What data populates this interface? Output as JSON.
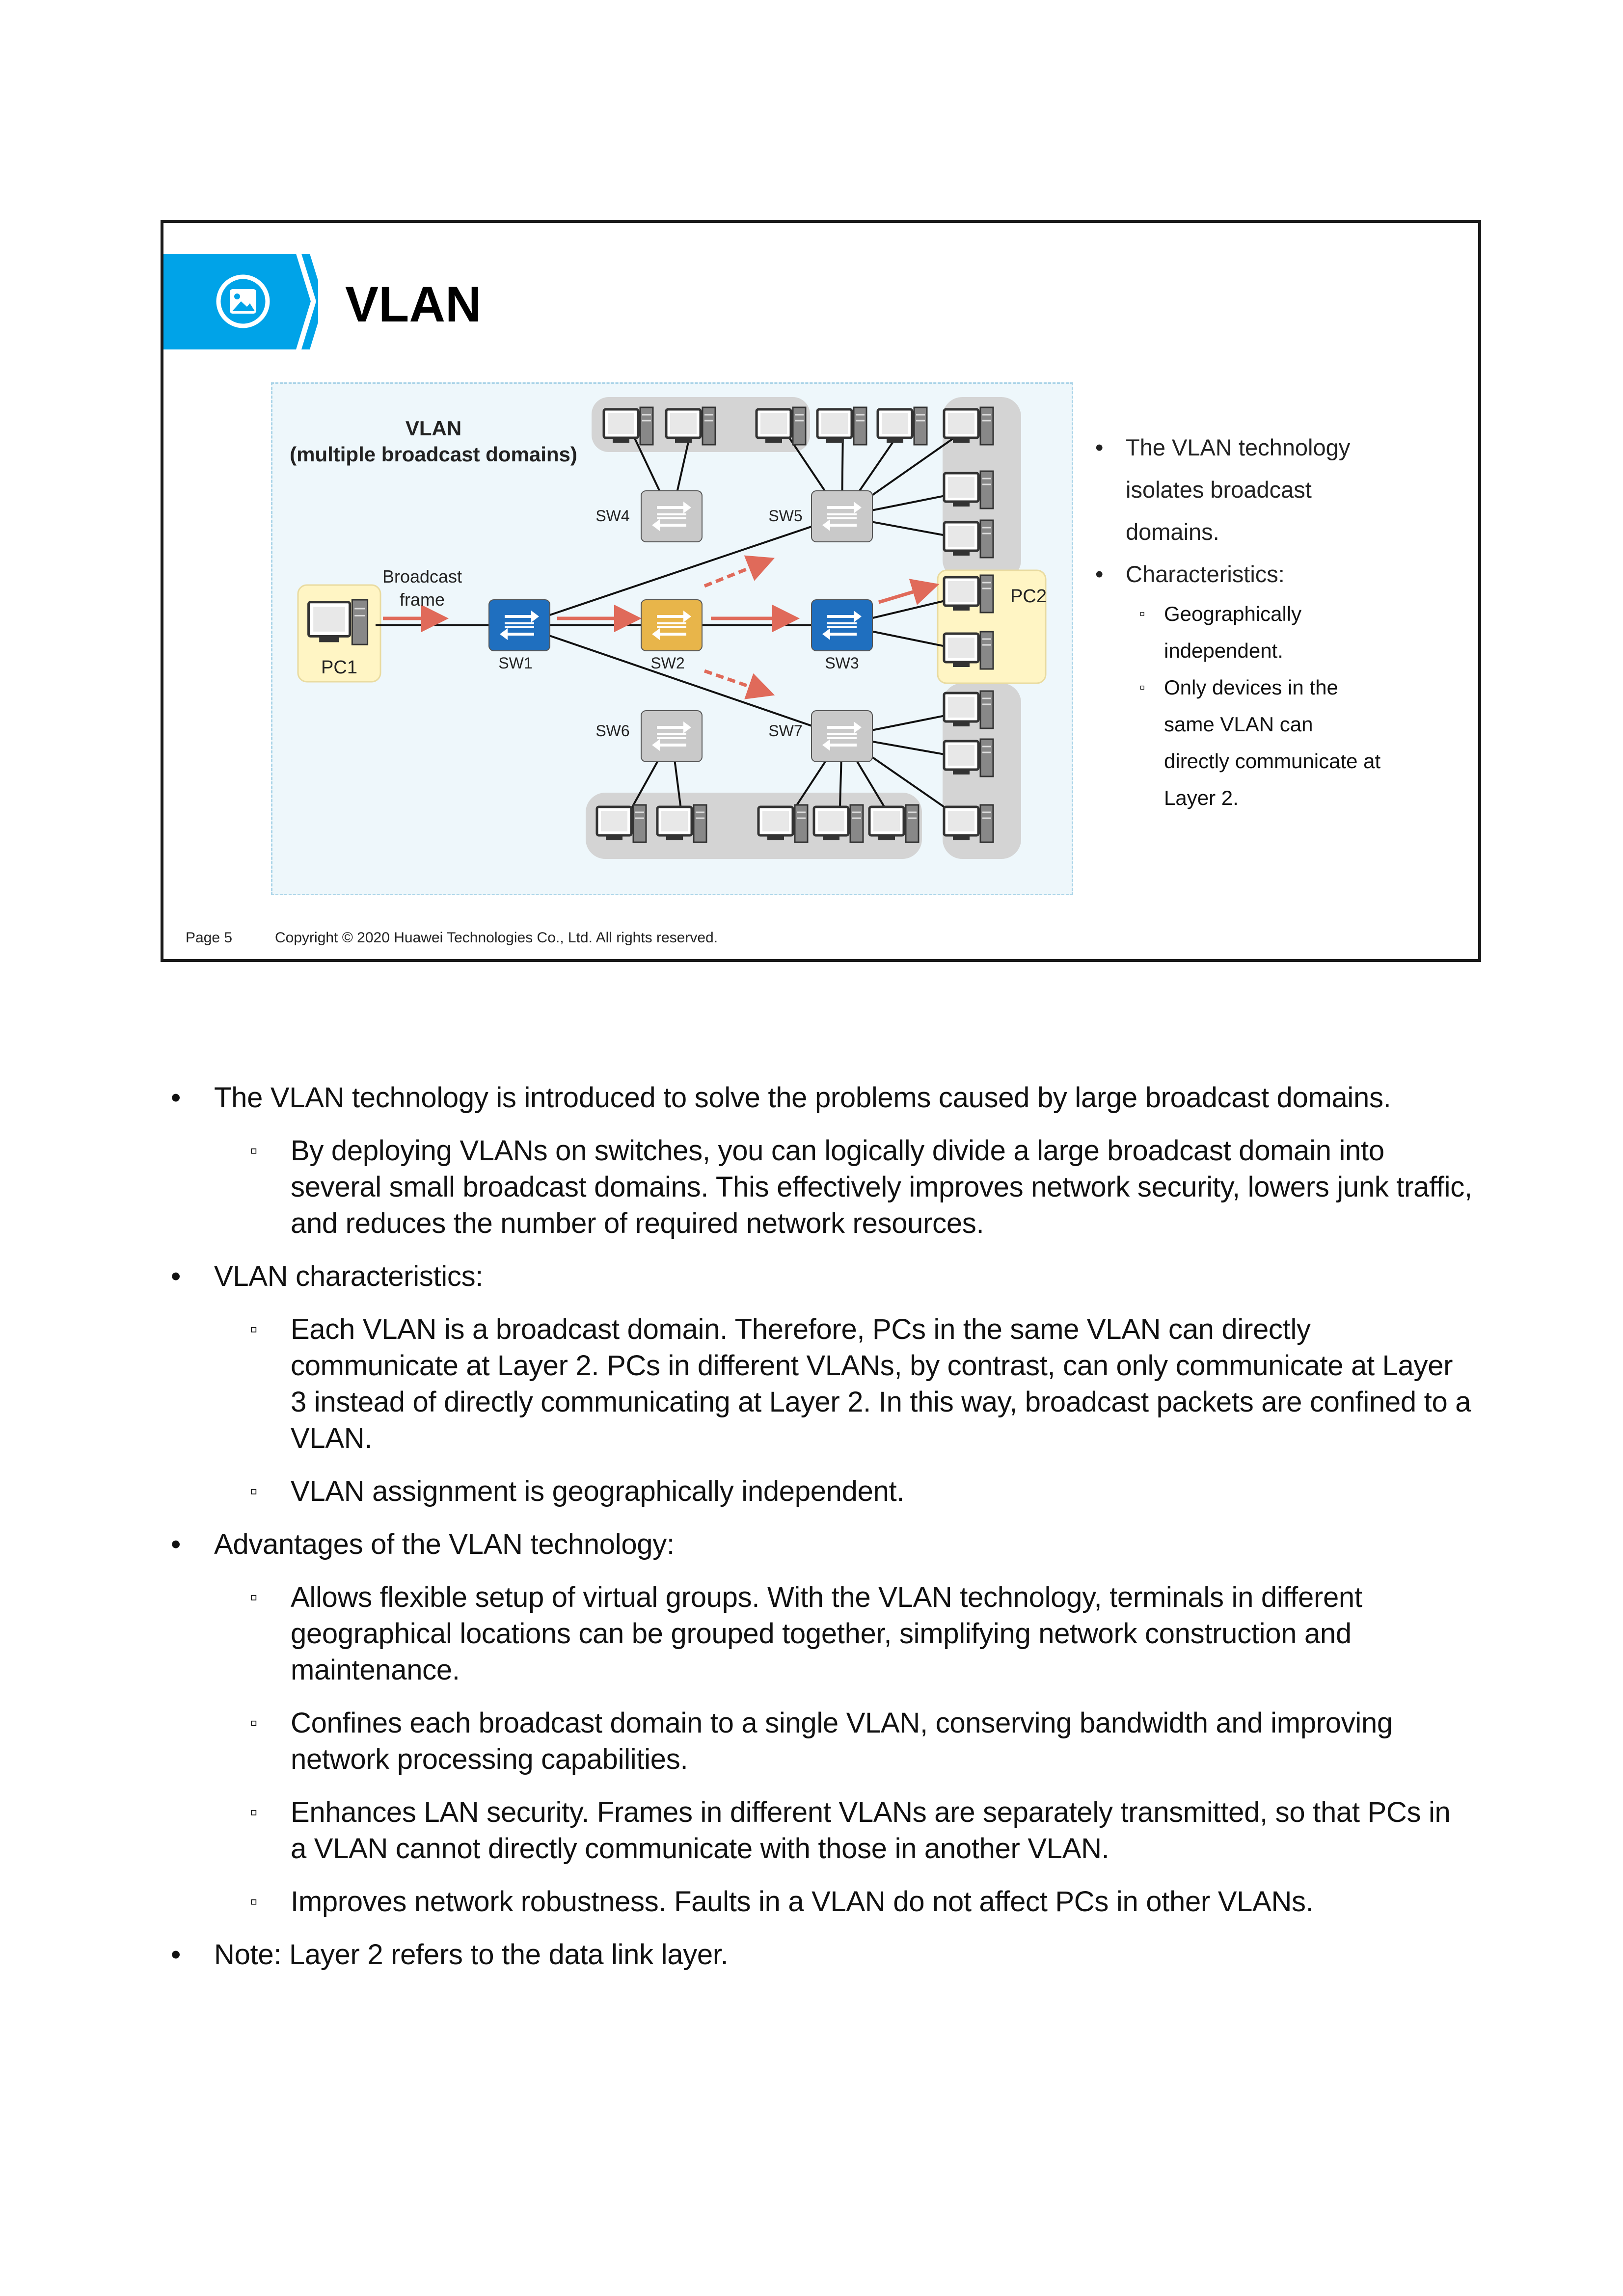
{
  "slide": {
    "title": "VLAN",
    "page": "Page 5",
    "copyright": "Copyright © 2020 Huawei Technologies Co., Ltd. All rights reserved."
  },
  "diagram": {
    "title_line1": "VLAN",
    "title_line2": "(multiple  broadcast  domains)",
    "broadcast_label_1": "Broadcast",
    "broadcast_label_2": "frame",
    "pc1": "PC1",
    "pc2": "PC2",
    "switches": {
      "sw1": "SW1",
      "sw2": "SW2",
      "sw3": "SW3",
      "sw4": "SW4",
      "sw5": "SW5",
      "sw6": "SW6",
      "sw7": "SW7"
    }
  },
  "side_bullets": [
    {
      "level": 1,
      "text": "The VLAN technology"
    },
    {
      "level": 1,
      "text": "isolates broadcast",
      "cont": true
    },
    {
      "level": 1,
      "text": "domains.",
      "cont": true
    },
    {
      "level": 1,
      "text": "Characteristics:"
    },
    {
      "level": 2,
      "text": "Geographically"
    },
    {
      "level": 2,
      "text": "independent.",
      "cont": true
    },
    {
      "level": 2,
      "text": "Only devices in the"
    },
    {
      "level": 2,
      "text": "same  VLAN can",
      "cont": true
    },
    {
      "level": 2,
      "text": "directly  communicate  at",
      "cont": true
    },
    {
      "level": 2,
      "text": "Layer  2.",
      "cont": true
    }
  ],
  "body": [
    {
      "level": 1,
      "text": "The VLAN technology is introduced to solve the problems caused by large broadcast domains."
    },
    {
      "level": 2,
      "text": "By deploying VLANs on switches, you can logically divide a large broadcast domain into several small broadcast domains. This effectively improves network security, lowers junk traffic, and reduces the number of required network resources."
    },
    {
      "level": 1,
      "text": "VLAN characteristics:"
    },
    {
      "level": 2,
      "text": "Each VLAN is a broadcast domain. Therefore, PCs in the same VLAN can directly communicate at Layer 2. PCs in different VLANs, by contrast, can only communicate at Layer 3 instead of directly communicating at Layer 2. In this way, broadcast packets are confined to a VLAN."
    },
    {
      "level": 2,
      "text": "VLAN assignment is geographically independent."
    },
    {
      "level": 1,
      "text": "Advantages of the VLAN technology:"
    },
    {
      "level": 2,
      "text": "Allows flexible setup of virtual groups. With the VLAN technology, terminals in different geographical locations can be grouped together, simplifying network construction and maintenance."
    },
    {
      "level": 2,
      "text": "Confines each broadcast domain to a single VLAN, conserving bandwidth and improving network processing capabilities."
    },
    {
      "level": 2,
      "text": "Enhances LAN security. Frames in different VLANs are separately transmitted, so that PCs in a VLAN cannot directly communicate with those in another VLAN."
    },
    {
      "level": 2,
      "text": "Improves network robustness. Faults in a VLAN do not affect PCs in other VLANs."
    },
    {
      "level": 1,
      "text": "Note: Layer 2 refers to the data link layer."
    }
  ],
  "colors": {
    "accent": "#00a3e8",
    "switch_blue": "#1f6fbf",
    "switch_yellow": "#e8b54a",
    "switch_gray": "#c9c9c9",
    "arrow": "#e06a5a",
    "highlight": "#fff5c4"
  },
  "icons": {
    "title": "image-icon"
  }
}
